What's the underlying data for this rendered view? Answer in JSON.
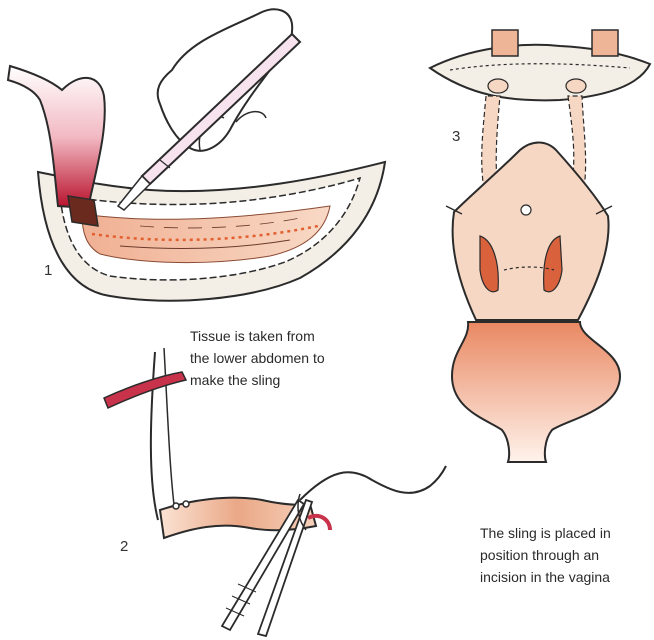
{
  "colors": {
    "outline": "#2b2b2b",
    "tissue_light": "#f6d7c4",
    "tissue_mid": "#eeb596",
    "tissue_dark": "#d9623c",
    "dots": "#e2602f",
    "fat": "#ffffff",
    "skin_shadow": "#f1ece4"
  },
  "steps": [
    {
      "number": "1"
    },
    {
      "number": "2"
    },
    {
      "number": "3"
    }
  ],
  "captions": {
    "tissue": [
      "Tissue is taken from",
      "the lower abdomen to",
      "make the sling"
    ],
    "sling": [
      "The sling is placed in",
      "position through an",
      "incision in the vagina"
    ]
  },
  "icons": [
    "scalpel-icon",
    "hand-icon",
    "forceps-icon",
    "needle-thread-icon"
  ]
}
